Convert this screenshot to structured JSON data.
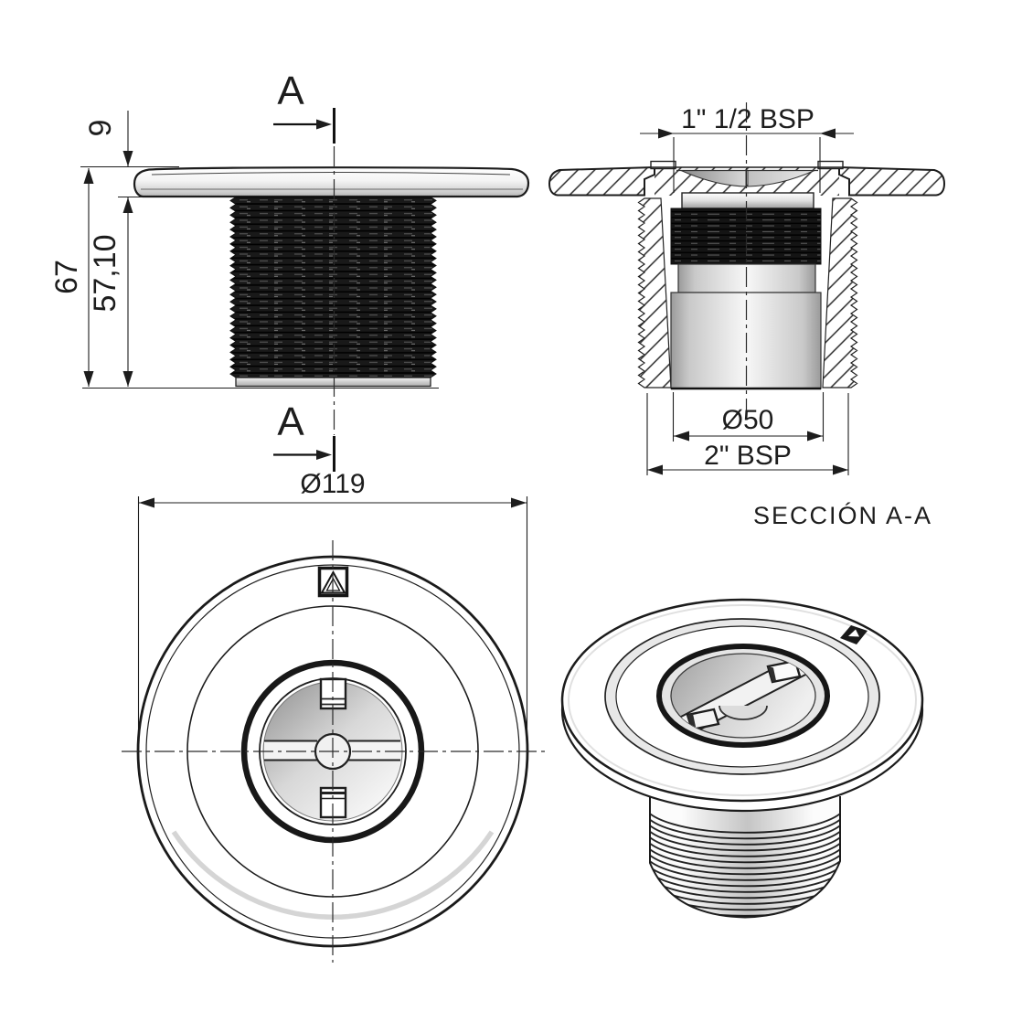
{
  "drawing": {
    "palette": {
      "line": "#1d1d1d",
      "thread_dark": "#191919",
      "metal_light": "#ececec",
      "background": "#ffffff"
    },
    "labels": {
      "section_marker": "A",
      "section_title": "SECCIÓN A-A"
    },
    "dimensions": {
      "flange_thickness": "9",
      "overall_height": "67",
      "thread_length": "57,10",
      "flange_diameter": "Ø119",
      "inner_thread": "1\" 1/2 BSP",
      "bore_diameter": "Ø50",
      "outer_thread": "2\" BSP"
    }
  }
}
